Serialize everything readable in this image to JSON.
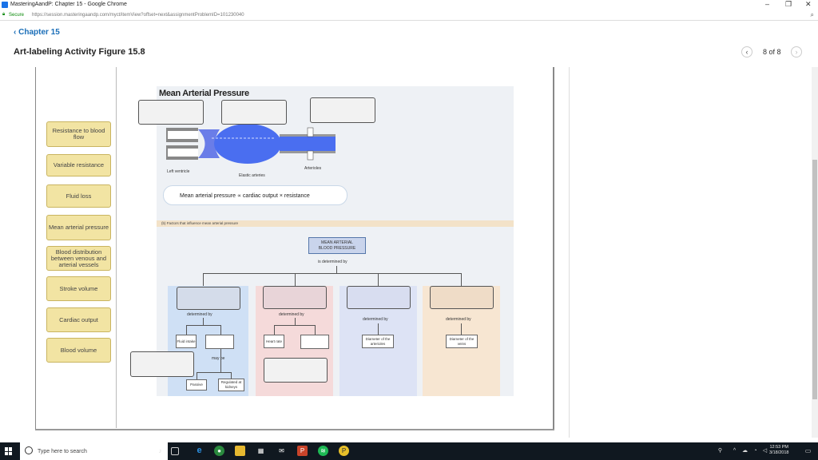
{
  "browser": {
    "window_title": "MasteringAandP: Chapter 15 - Google Chrome",
    "secure_label": "Secure",
    "url": "https://session.masteringaandp.com/myct/itemView?offset=next&assignmentProblemID=101230040"
  },
  "header": {
    "back_label": "Chapter 15",
    "title": "Art-labeling Activity Figure 15.8",
    "pager_text": "8 of 8"
  },
  "labels": [
    "Resistance to blood flow",
    "Variable resistance",
    "Fluid loss",
    "Mean arterial pressure",
    "Blood distribution between venous and arterial vessels",
    "Stroke volume",
    "Cardiac output",
    "Blood volume"
  ],
  "figure": {
    "title": "Mean Arterial Pressure",
    "left_ventricle": "Left ventricle",
    "elastic_arteries": "Elastic arteries",
    "arterioles": "Arterioles",
    "equation": "Mean arterial pressure ∝ cardiac output × resistance",
    "factors_caption": "(b) Factors that influence mean arterial pressure",
    "map_box_line1": "MEAN ARTERIAL",
    "map_box_line2": "BLOOD PRESSURE",
    "determined_by": "is determined by",
    "det_by": "determined by",
    "fluid_intake": "Fluid intake",
    "may_be": "may be",
    "passive": "Passive",
    "regulated": "Regulated at kidneys",
    "heart_rate": "Heart rate",
    "diameter_arterioles": "Diameter of the arterioles",
    "diameter_veins": "Diameter of the veins"
  },
  "taskbar": {
    "search_placeholder": "Type here to search",
    "time": "12:53 PM",
    "date": "3/18/2018"
  },
  "colors": {
    "label_chip": "#f2e4a3",
    "col_blue": "#cfe0f5",
    "col_pink": "#f5dada",
    "col_lavender": "#dde3f5",
    "col_peach": "#f7e6d2"
  }
}
